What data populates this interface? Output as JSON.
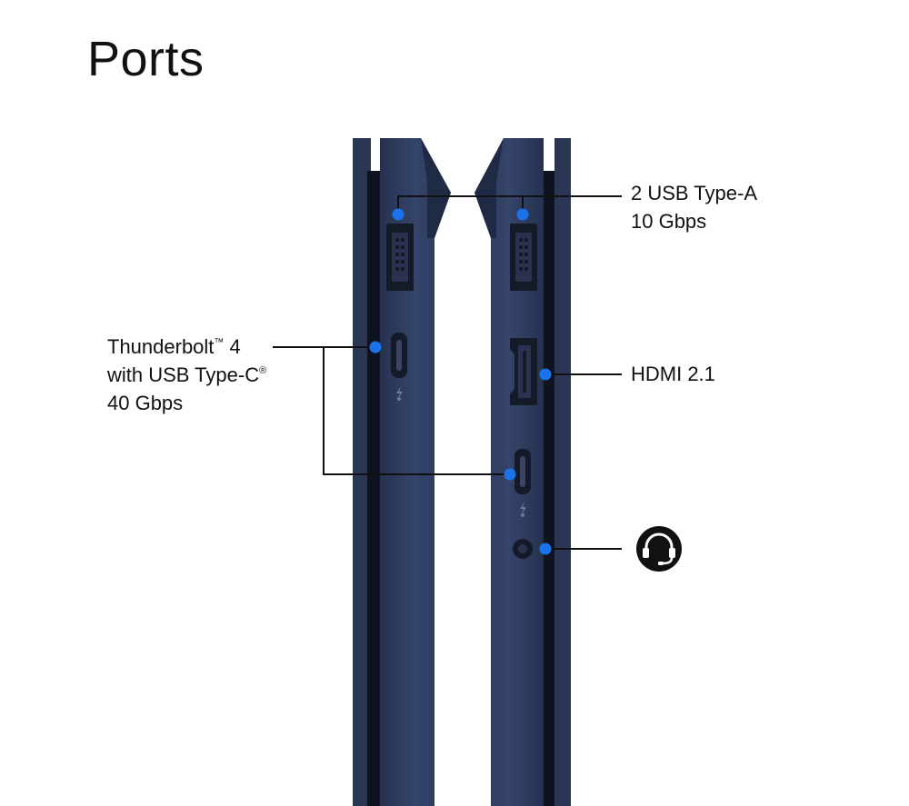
{
  "page": {
    "title": "Ports"
  },
  "ports": {
    "usb_a": {
      "line1": "2 USB Type-A",
      "line2": "10 Gbps"
    },
    "thunderbolt": {
      "line1_text": "Thunderbolt",
      "line1_mark": "™",
      "line1_suffix": " 4",
      "line2_text": "with USB Type-C",
      "line2_mark": "®",
      "line3": "40 Gbps"
    },
    "hdmi": {
      "line1": "HDMI 2.1"
    },
    "audio": {
      "icon": "headset-icon"
    }
  },
  "colors": {
    "chassis": "#2c3a5c",
    "chassis_dark": "#1f2a45",
    "callout_dot": "#1a73e8",
    "line": "#111111"
  }
}
